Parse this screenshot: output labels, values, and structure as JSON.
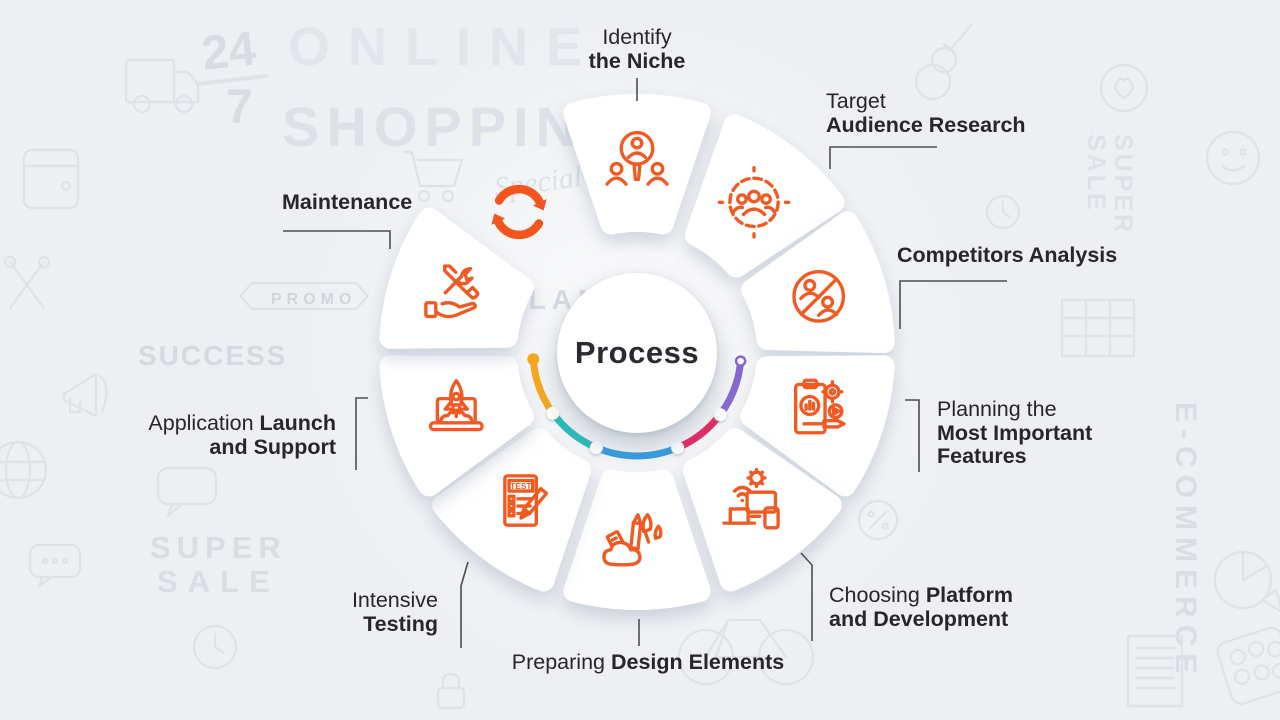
{
  "center": {
    "title": "Process"
  },
  "colors": {
    "accent_orange": "#F15A23",
    "refresh_orange": "#F4551C",
    "background": "#edeff2",
    "wedge": "#ffffff",
    "label_text": "#26262b",
    "connector": "#4d4e52",
    "doodle": "#dfe2e8"
  },
  "steps": [
    {
      "id": "identify-niche",
      "icon": "niche-search-icon",
      "lines": [
        [
          {
            "t": "Identify",
            "b": false
          }
        ],
        [
          {
            "t": "the Niche",
            "b": true
          }
        ]
      ]
    },
    {
      "id": "target-audience",
      "icon": "audience-target-icon",
      "lines": [
        [
          {
            "t": "Target",
            "b": false
          }
        ],
        [
          {
            "t": "Audience Research",
            "b": true
          }
        ]
      ]
    },
    {
      "id": "competitors-analysis",
      "icon": "competitor-compare-icon",
      "lines": [
        [
          {
            "t": "Competitors Analysis",
            "b": true
          }
        ]
      ]
    },
    {
      "id": "feature-planning",
      "icon": "feature-planning-icon",
      "lines": [
        [
          {
            "t": "Planning the",
            "b": false
          }
        ],
        [
          {
            "t": "Most Important",
            "b": true
          }
        ],
        [
          {
            "t": "Features",
            "b": true
          }
        ]
      ]
    },
    {
      "id": "platform-development",
      "icon": "devices-gear-icon",
      "lines": [
        [
          {
            "t": "Choosing ",
            "b": false
          },
          {
            "t": "Platform",
            "b": true
          }
        ],
        [
          {
            "t": "and Development",
            "b": true
          }
        ]
      ]
    },
    {
      "id": "design-elements",
      "icon": "design-tools-icon",
      "lines": [
        [
          {
            "t": "Preparing ",
            "b": false
          },
          {
            "t": "Design Elements",
            "b": true
          }
        ]
      ]
    },
    {
      "id": "intensive-testing",
      "icon": "test-checklist-icon",
      "icon_text": "TEST",
      "lines": [
        [
          {
            "t": "Intensive",
            "b": false
          }
        ],
        [
          {
            "t": "Testing",
            "b": true
          }
        ]
      ]
    },
    {
      "id": "launch-support",
      "icon": "laptop-rocket-icon",
      "lines": [
        [
          {
            "t": "Application ",
            "b": false
          },
          {
            "t": "Launch",
            "b": true
          }
        ],
        [
          {
            "t": "and Support",
            "b": true
          }
        ]
      ]
    },
    {
      "id": "maintenance",
      "icon": "hand-tools-icon",
      "lines": [
        [
          {
            "t": "Maintenance",
            "b": true
          }
        ]
      ]
    }
  ],
  "cycle_arc": {
    "segment_colors": [
      "#F7A71E",
      "#27BDBD",
      "#2F9DE4",
      "#E72560",
      "#8767D2"
    ]
  },
  "refresh_icon": {
    "name": "cycle-arrows-icon",
    "color": "#F4551C"
  },
  "background": {
    "texts": {
      "t247_top": "24",
      "t247_bottom": "7",
      "online": "ONLINE",
      "shopping": "SHOPPING",
      "special": "Special",
      "plan": "PLAN",
      "success": "SUCCESS",
      "promo": "PROMO",
      "super_left": "SUPER",
      "sale_left": "SALE",
      "super_right": "SUPER",
      "sale_right": "SALE",
      "ecommerce": "E-COMMERCE"
    },
    "doodles": [
      "truck-icon",
      "fraction-bar",
      "wallet-icon",
      "tools-cross-icon",
      "megaphone-icon",
      "globe-icon",
      "speech-bubble-icon",
      "chat-dots-icon",
      "clock-icon",
      "padlock-icon",
      "bicycle-icon",
      "guitar-icon",
      "wall-clock-icon",
      "heart-bubble-icon",
      "smiley-icon",
      "storefront-icon",
      "pie-chart-icon",
      "palette-icon",
      "document-icon",
      "discount-icon",
      "shopping-cart-icon",
      "promo-ribbon-icon"
    ]
  }
}
